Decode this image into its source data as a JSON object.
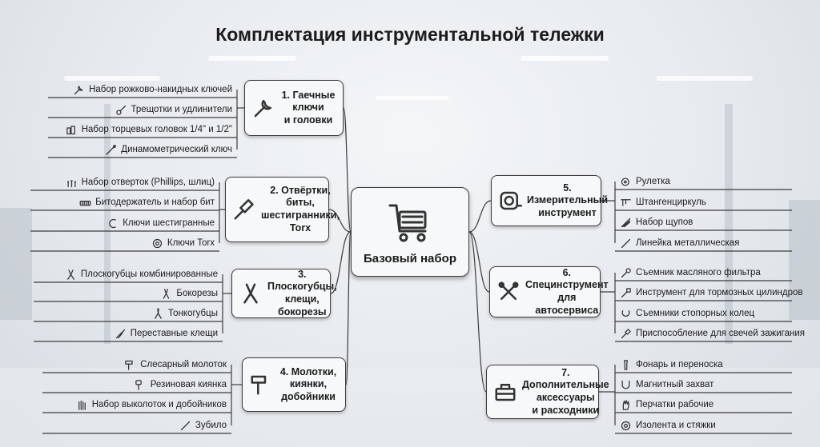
{
  "title": "Комплектация инструментальной тележки",
  "center": {
    "label": "Базовый набор",
    "icon": "cart-icon"
  },
  "categories": [
    {
      "label": "1. Гаечные ключи\nи головки",
      "icon": "wrench-icon",
      "items": [
        {
          "text": "Набор рожково-накидных ключей",
          "icon": "wrench-icon"
        },
        {
          "text": "Трещотки и удлинители",
          "icon": "ratchet-icon"
        },
        {
          "text": "Набор торцевых головок 1/4\" и 1/2\"",
          "icon": "socket-icon"
        },
        {
          "text": "Динамометрический ключ",
          "icon": "torque-wrench-icon"
        }
      ]
    },
    {
      "label": "2. Отвёртки, биты,\nшестигранники,\nTorx",
      "icon": "screwdriver-icon",
      "items": [
        {
          "text": "Набор отверток (Phillips, шлиц)",
          "icon": "screwdrivers-icon"
        },
        {
          "text": "Битодержатель и набор бит",
          "icon": "bits-icon"
        },
        {
          "text": "Ключи шестигранные",
          "icon": "hex-key-icon"
        },
        {
          "text": "Ключи Torx",
          "icon": "torx-icon"
        }
      ]
    },
    {
      "label": "3. Плоскогубцы,\nклещи, бокорезы",
      "icon": "pliers-icon",
      "items": [
        {
          "text": "Плоскогубцы комбинированные",
          "icon": "pliers-icon"
        },
        {
          "text": "Бокорезы",
          "icon": "cutters-icon"
        },
        {
          "text": "Тонкогубцы",
          "icon": "needle-nose-icon"
        },
        {
          "text": "Переставные клещи",
          "icon": "adjustable-pliers-icon"
        }
      ]
    },
    {
      "label": "4. Молотки, киянки,\nдобойники",
      "icon": "hammer-icon",
      "items": [
        {
          "text": "Слесарный молоток",
          "icon": "hammer-icon"
        },
        {
          "text": "Резиновая киянка",
          "icon": "mallet-icon"
        },
        {
          "text": "Набор выколоток и добойников",
          "icon": "punch-icon"
        },
        {
          "text": "Зубило",
          "icon": "chisel-icon"
        }
      ]
    },
    {
      "label": "5. Измерительный\nинструмент",
      "icon": "tape-measure-icon",
      "items": [
        {
          "text": "Рулетка",
          "icon": "tape-icon"
        },
        {
          "text": "Штангенциркуль",
          "icon": "caliper-icon"
        },
        {
          "text": "Набор щупов",
          "icon": "feeler-gauge-icon"
        },
        {
          "text": "Линейка металлическая",
          "icon": "ruler-icon"
        }
      ]
    },
    {
      "label": "6. Специнструмент\nдля автосервиса",
      "icon": "tools-icon",
      "items": [
        {
          "text": "Съемник масляного фильтра",
          "icon": "filter-wrench-icon"
        },
        {
          "text": "Инструмент для тормозных цилиндров",
          "icon": "brake-tool-icon"
        },
        {
          "text": "Съемники стопорных колец",
          "icon": "ring-pliers-icon"
        },
        {
          "text": "Приспособление для свечей зажигания",
          "icon": "spark-plug-icon"
        }
      ]
    },
    {
      "label": "7. Дополнительные\nаксессуары\nи расходники",
      "icon": "toolbox-icon",
      "items": [
        {
          "text": "Фонарь и переноска",
          "icon": "flashlight-icon"
        },
        {
          "text": "Магнитный захват",
          "icon": "magnet-icon"
        },
        {
          "text": "Перчатки рабочие",
          "icon": "gloves-icon"
        },
        {
          "text": "Изолента и стяжки",
          "icon": "tape-roll-icon"
        }
      ]
    }
  ],
  "colors": {
    "line": "#3c3c3c",
    "box_bg": "#f7f8f9",
    "icon": "#333333",
    "accent": "#4a7bbf"
  }
}
